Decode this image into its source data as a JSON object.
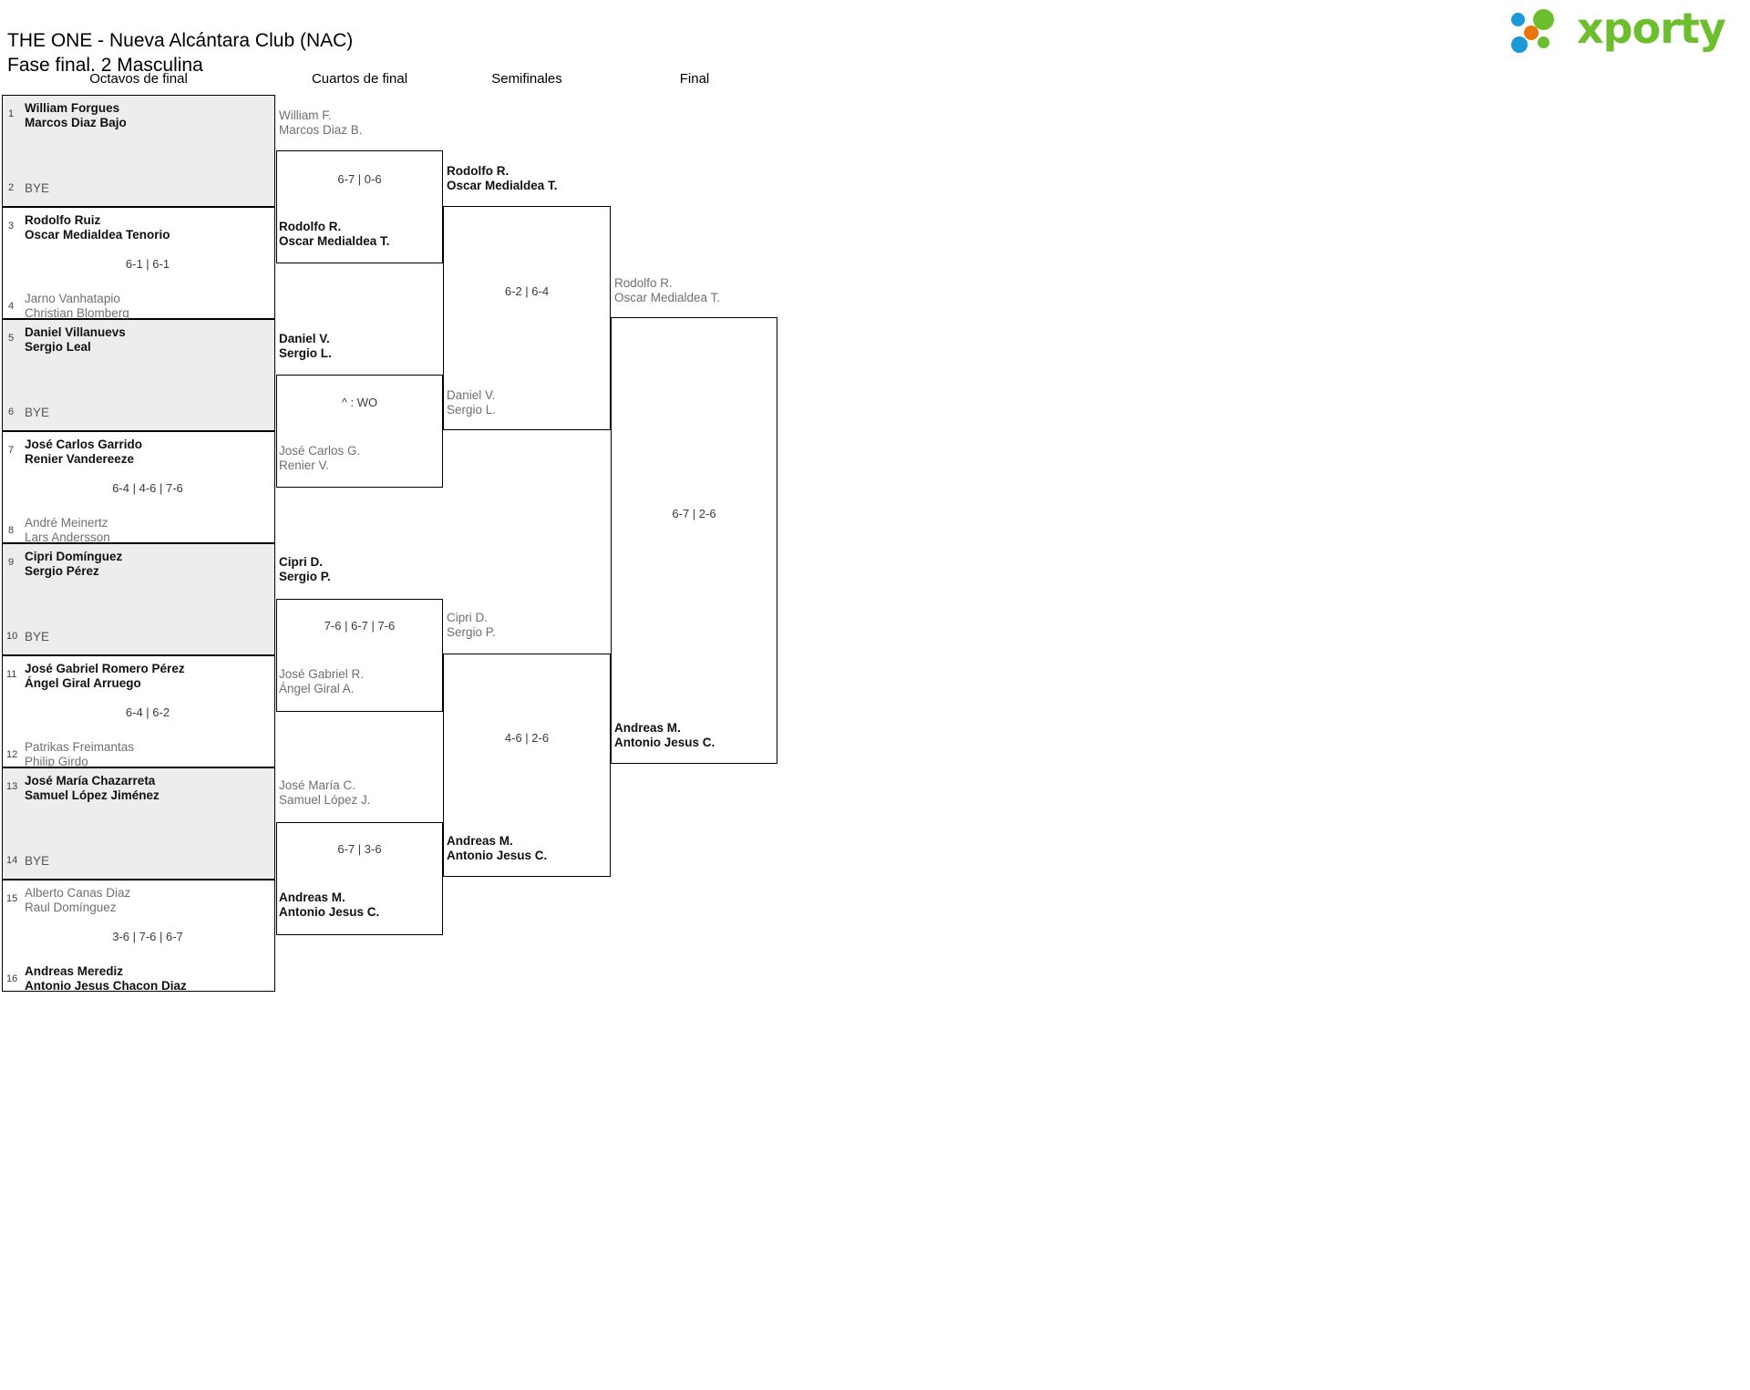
{
  "header": {
    "title_line1": "THE ONE - Nueva Alcántara Club (NAC)",
    "title_line2": "Fase final. 2 Masculina",
    "logo_text": "xporty",
    "logo_colors": {
      "green": "#6cbe2c",
      "blue": "#1a9bd7",
      "orange": "#e8740c"
    }
  },
  "rounds": [
    {
      "label": "Octavos de final"
    },
    {
      "label": "Cuartos de final"
    },
    {
      "label": "Semifinales"
    },
    {
      "label": "Final"
    }
  ],
  "bracket": {
    "round1": [
      {
        "seed_top": "1",
        "top": {
          "p1": "William Forgues",
          "p2": "Marcos Diaz Bajo",
          "status": "win"
        },
        "seed_bottom": "2",
        "bottom": {
          "bye": "BYE"
        },
        "score": "",
        "shade": "gray"
      },
      {
        "seed_top": "3",
        "top": {
          "p1": "Rodolfo Ruiz",
          "p2": "Oscar Medialdea Tenorio",
          "status": "win"
        },
        "seed_bottom": "4",
        "bottom": {
          "p1": "Jarno Vanhatapio",
          "p2": "Christian Blomberg",
          "status": "lose"
        },
        "score": "6-1 | 6-1",
        "shade": "white"
      },
      {
        "seed_top": "5",
        "top": {
          "p1": "Daniel Villanuevs",
          "p2": "Sergio Leal",
          "status": "win"
        },
        "seed_bottom": "6",
        "bottom": {
          "bye": "BYE"
        },
        "score": "",
        "shade": "gray"
      },
      {
        "seed_top": "7",
        "top": {
          "p1": "José Carlos Garrido",
          "p2": "Renier Vandereeze",
          "status": "win"
        },
        "seed_bottom": "8",
        "bottom": {
          "p1": "André Meinertz",
          "p2": "Lars Andersson",
          "status": "lose"
        },
        "score": "6-4 | 4-6 | 7-6",
        "shade": "white"
      },
      {
        "seed_top": "9",
        "top": {
          "p1": "Cipri Domínguez",
          "p2": "Sergio Pérez",
          "status": "win"
        },
        "seed_bottom": "10",
        "bottom": {
          "bye": "BYE"
        },
        "score": "",
        "shade": "gray"
      },
      {
        "seed_top": "11",
        "top": {
          "p1": "José Gabriel Romero Pérez",
          "p2": "Ángel Giral Arruego",
          "status": "win"
        },
        "seed_bottom": "12",
        "bottom": {
          "p1": "Patrikas Freimantas",
          "p2": "Philip Girdo",
          "status": "lose"
        },
        "score": "6-4 | 6-2",
        "shade": "white"
      },
      {
        "seed_top": "13",
        "top": {
          "p1": "José María Chazarreta",
          "p2": "Samuel López Jiménez",
          "status": "win"
        },
        "seed_bottom": "14",
        "bottom": {
          "bye": "BYE"
        },
        "score": "",
        "shade": "gray"
      },
      {
        "seed_top": "15",
        "top": {
          "p1": "Alberto Canas Diaz",
          "p2": "Raul Domínguez",
          "status": "lose"
        },
        "seed_bottom": "16",
        "bottom": {
          "p1": "Andreas Merediz",
          "p2": "Antonio Jesus Chacon Diaz",
          "status": "win"
        },
        "score": "3-6 | 7-6 | 6-7",
        "shade": "white"
      }
    ],
    "round2": [
      {
        "top": {
          "p1": "William F.",
          "p2": "Marcos Diaz B.",
          "status": "lose"
        },
        "bottom": {
          "p1": "Rodolfo R.",
          "p2": "Oscar Medialdea T.",
          "status": "win"
        },
        "score": "6-7 | 0-6"
      },
      {
        "top": {
          "p1": "Daniel V.",
          "p2": "Sergio L.",
          "status": "win"
        },
        "bottom": {
          "p1": "José Carlos G.",
          "p2": "Renier V.",
          "status": "lose"
        },
        "score": "^ : WO"
      },
      {
        "top": {
          "p1": "Cipri D.",
          "p2": "Sergio P.",
          "status": "win"
        },
        "bottom": {
          "p1": "José Gabriel R.",
          "p2": "Ángel Giral A.",
          "status": "lose"
        },
        "score": "7-6 | 6-7 | 7-6"
      },
      {
        "top": {
          "p1": "José María C.",
          "p2": "Samuel López J.",
          "status": "lose"
        },
        "bottom": {
          "p1": "Andreas M.",
          "p2": "Antonio Jesus C.",
          "status": "win"
        },
        "score": "6-7 | 3-6"
      }
    ],
    "round3": [
      {
        "top": {
          "p1": "Rodolfo R.",
          "p2": "Oscar Medialdea T.",
          "status": "win"
        },
        "bottom": {
          "p1": "Daniel V.",
          "p2": "Sergio L.",
          "status": "lose"
        },
        "score": "6-2 | 6-4"
      },
      {
        "top": {
          "p1": "Cipri D.",
          "p2": "Sergio P.",
          "status": "lose"
        },
        "bottom": {
          "p1": "Andreas M.",
          "p2": "Antonio Jesus C.",
          "status": "win"
        },
        "score": "4-6 | 2-6"
      }
    ],
    "round4": [
      {
        "top": {
          "p1": "Rodolfo R.",
          "p2": "Oscar Medialdea T.",
          "status": "lose"
        },
        "bottom": {
          "p1": "Andreas M.",
          "p2": "Antonio Jesus C.",
          "status": "win"
        },
        "score": "6-7 | 2-6"
      }
    ]
  }
}
